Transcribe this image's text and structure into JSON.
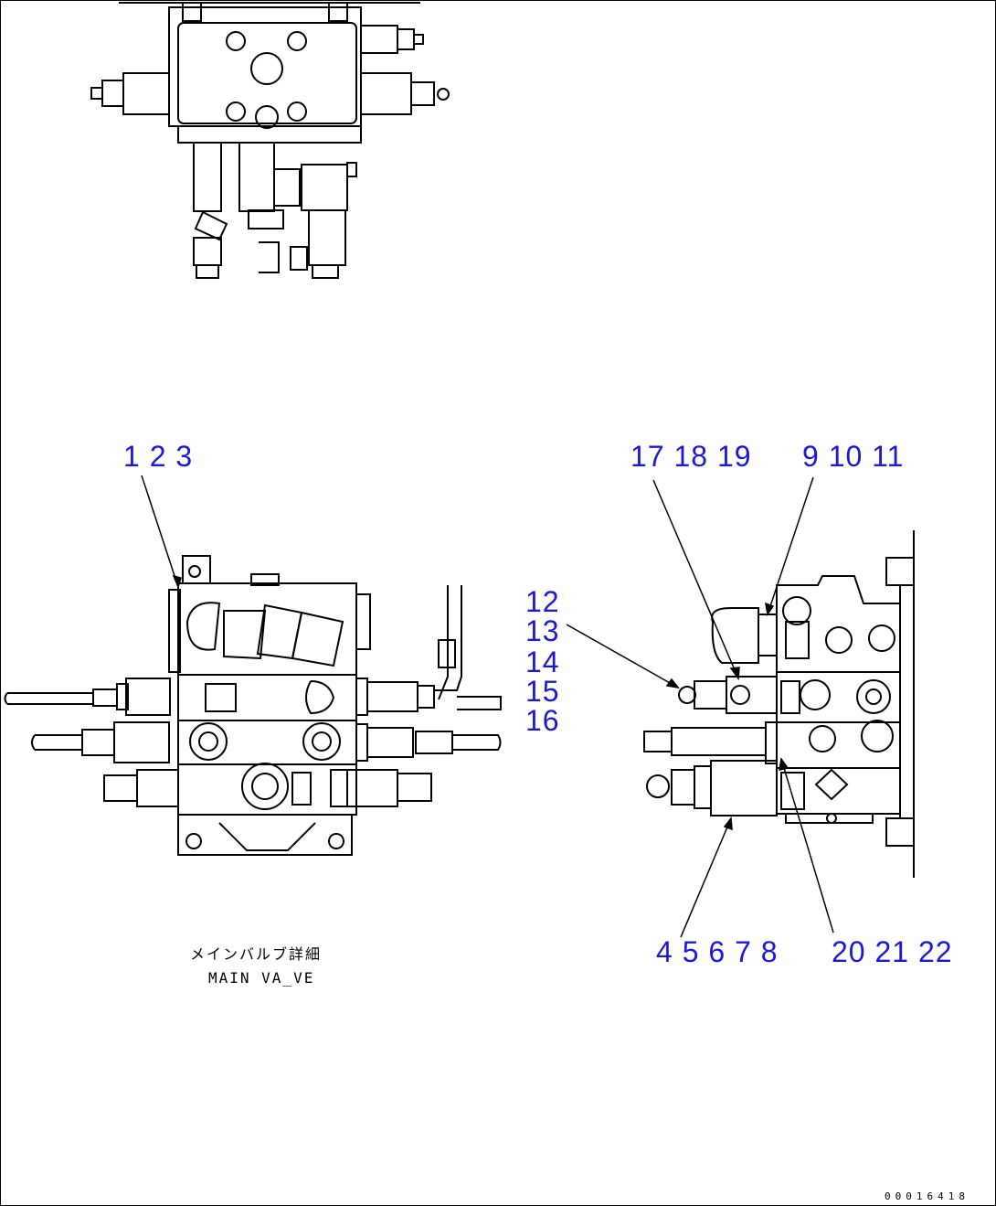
{
  "callouts": {
    "c_1_2_3": "1 2 3",
    "c_17_18_19": "17 18 19",
    "c_9_10_11": "9 10 11",
    "c_12": "12",
    "c_13": "13",
    "c_14": "14",
    "c_15": "15",
    "c_16": "16",
    "c_4_8": "4 5 6 7 8",
    "c_20_22": "20 21 22"
  },
  "caption": {
    "jp": "メインバルブ詳細",
    "en": "MAIN VA_VE"
  },
  "document_id": "00016418",
  "colors": {
    "callout": "#1a1ad6",
    "line": "#000000"
  }
}
